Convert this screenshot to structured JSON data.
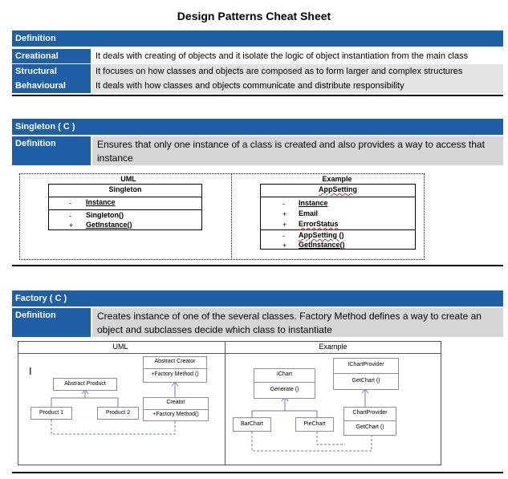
{
  "title": "Design Patterns Cheat Sheet",
  "definition_section": {
    "header": "Definition",
    "rows": [
      {
        "name": "Creational",
        "text": "It deals with creating of objects and it isolate the logic of object instantiation from the main class"
      },
      {
        "name": "Structural",
        "text": "It focuses on how classes and objects are composed as to form larger and complex structures"
      },
      {
        "name": "Behavioural",
        "text": "It deals with how classes and objects communicate and distribute responsibility"
      }
    ]
  },
  "singleton": {
    "header": "Singleton ( C )",
    "def_label": "Definition",
    "def_text": "Ensures that only one instance of a class is created and also provides a way to access that instance",
    "uml_title": "UML",
    "uml_class": "Singleton",
    "uml_members": [
      {
        "vis": "-",
        "name": "Instance"
      },
      {
        "vis": "-",
        "name": "Singleton()"
      },
      {
        "vis": "+",
        "name": "GetInstance()"
      }
    ],
    "example_title": "Example",
    "example_class": "AppSetting",
    "example_members": [
      {
        "vis": "-",
        "name": "Instance"
      },
      {
        "vis": "+",
        "name": "Email"
      },
      {
        "vis": "+",
        "name": "ErrorStatus"
      },
      {
        "vis": "-",
        "name": "AppSetting ()"
      },
      {
        "vis": "+",
        "name": "GetInstance()"
      }
    ]
  },
  "factory": {
    "header": "Factory ( C )",
    "def_label": "Definition",
    "def_text": "Creates instance of one of the several classes. Factory Method defines a way to create an object and subclasses decide which class to instantiate",
    "uml_title": "UML",
    "example_title": "Example",
    "uml": {
      "abstract_creator": "Abstract Creator",
      "abstract_creator_method": "+Factory Method ()",
      "abstract_product": "Abstract Product",
      "creator": "Creator",
      "creator_method": "+Factory Method()",
      "product1": "Product 1",
      "product2": "Product 2",
      "cursor": "I"
    },
    "example": {
      "ichart": "IChart",
      "generate": "Generate ()",
      "ichartprovider": "IChartProvider",
      "getchart1": "GetChart ()",
      "barchart": "BarChart",
      "piechart": "PieChart",
      "chartprovider": "ChartProvider",
      "getchart2": "GetChart ()"
    }
  }
}
